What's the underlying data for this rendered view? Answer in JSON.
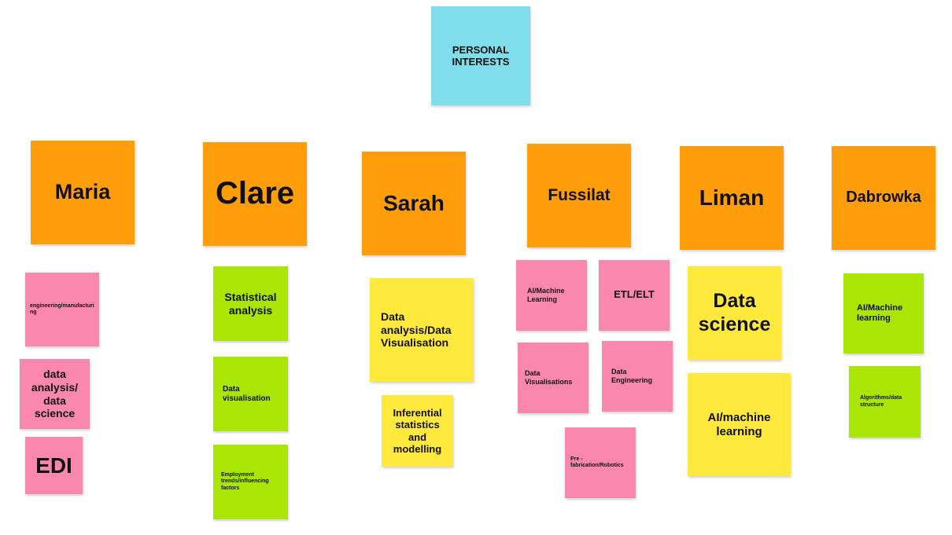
{
  "colors": {
    "title_note": "#80deea",
    "name_note": "#ff9d0a",
    "pink_note": "#f987ae",
    "green_note": "#a9e505",
    "yellow_note": "#ffe93d"
  },
  "board": {
    "title": "PERSONAL INTERESTS",
    "people": {
      "maria": {
        "name": "Maria",
        "interests": [
          "engineering/manufacturing",
          "data analysis/ data science",
          "EDI"
        ]
      },
      "clare": {
        "name": "Clare",
        "interests": [
          "Statistical analysis",
          "Data visualisation",
          "Employment trends/influencing factors"
        ]
      },
      "sarah": {
        "name": "Sarah",
        "interests": [
          "Data analysis/Data Visualisation",
          "Inferential statistics and modelling"
        ]
      },
      "fussilat": {
        "name": "Fussilat",
        "interests": [
          "AI/Machine Learning",
          "ETL/ELT",
          "Data Visualisations",
          "Data Engineering",
          "Pre -fabrication/Robotics"
        ]
      },
      "liman": {
        "name": "Liman",
        "interests": [
          "Data science",
          "AI/machine learning"
        ]
      },
      "dabrowka": {
        "name": "Dabrowka",
        "interests": [
          "AI/Machine learning",
          "Algorithms/data structure"
        ]
      }
    }
  }
}
